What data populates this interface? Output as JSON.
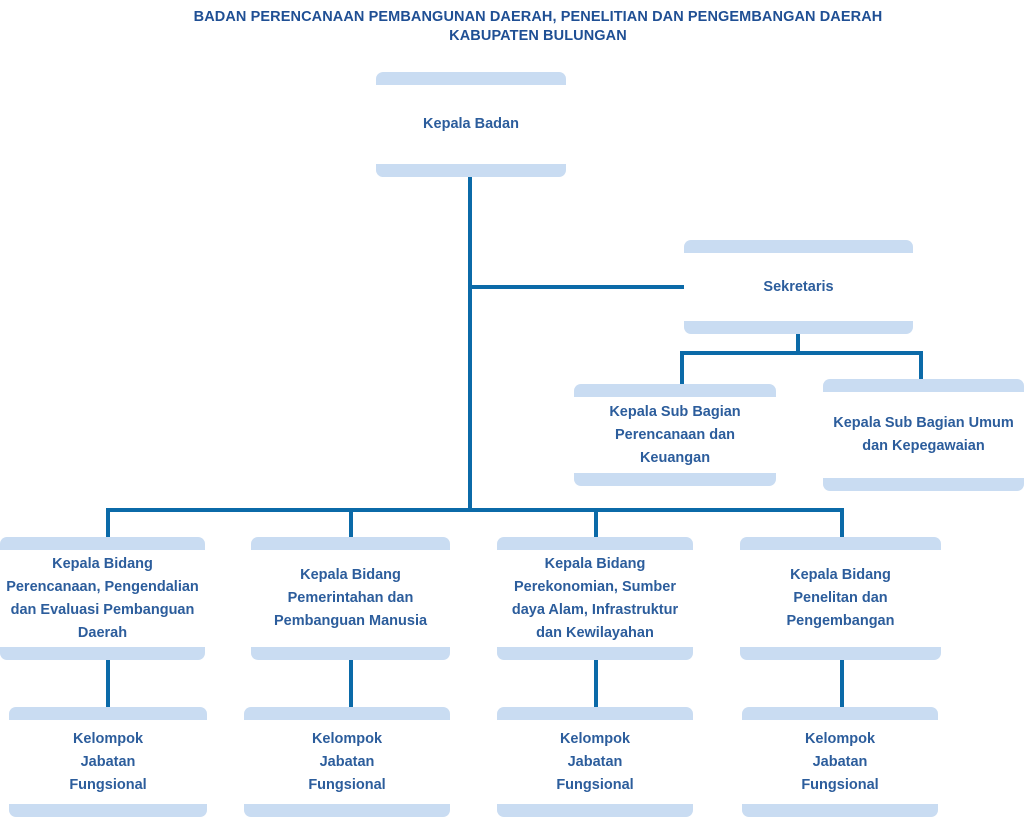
{
  "title": {
    "line1": "BADAN PERENCANAAN PEMBANGUNAN DAERAH, PENELITIAN DAN PENGEMBANGAN DAERAH",
    "line2": "KABUPATEN BULUNGAN"
  },
  "nodes": {
    "kepala_badan": "Kepala Badan",
    "sekretaris": "Sekretaris",
    "subbag_perencanaan": "Kepala Sub Bagian Perencanaan dan Keuangan",
    "subbag_umum": "Kepala Sub Bagian Umum dan Kepegawaian",
    "bidang": [
      "Kepala Bidang Perencanaan, Pengendalian dan Evaluasi Pembanguan Daerah",
      "Kepala Bidang Pemerintahan dan Pembanguan Manusia",
      "Kepala Bidang Perekonomian, Sumber daya Alam, Infrastruktur dan Kewilayahan",
      "Kepala Bidang Penelitan dan Pengembangan"
    ],
    "kelompok": [
      "Kelompok Jabatan Fungsional",
      "Kelompok Jabatan Fungsional",
      "Kelompok Jabatan Fungsional",
      "Kelompok Jabatan Fungsional"
    ]
  },
  "colors": {
    "connector": "#0b6aa8",
    "box_band": "#c9dcf2",
    "text": "#2c5d9c",
    "title": "#1f4f94"
  }
}
